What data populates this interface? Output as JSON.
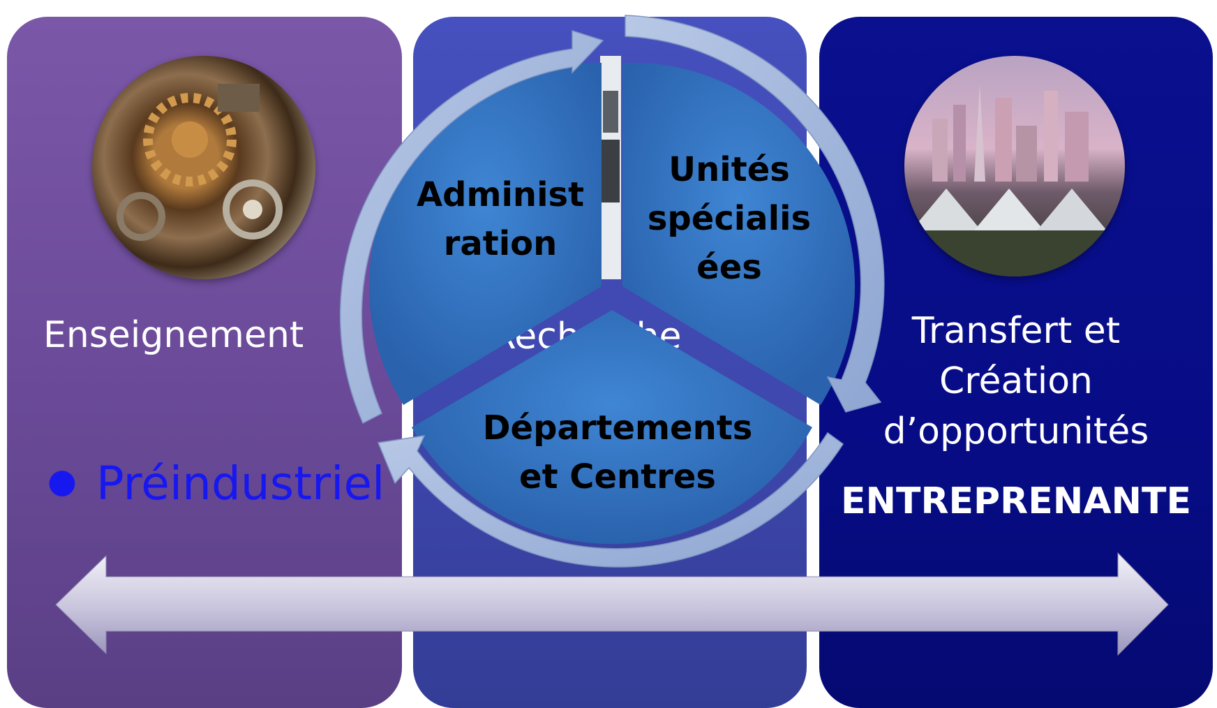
{
  "panels": {
    "left": {
      "title": "Enseignement",
      "bullet": "Préindustriel",
      "photo": "gears-photo"
    },
    "middle": {
      "title": "Recherche",
      "photo": "microscope-photo"
    },
    "right": {
      "title_lines": [
        "Transfert et",
        "Création",
        "d’opportunités"
      ],
      "tag": "ENTREPRENANTE",
      "photo": "city-photo"
    }
  },
  "cycle": {
    "segments": {
      "administration": [
        "Administ",
        "ration"
      ],
      "unites": [
        "Unités",
        "spécialis",
        "ées"
      ],
      "departements": [
        "Départements",
        "et Centres"
      ]
    }
  },
  "colors": {
    "panel_left": "#6a4a98",
    "panel_middle": "#3e48ae",
    "panel_right": "#070c86",
    "pie": "#2f6fbf",
    "arrow": "#9ab0d8",
    "bullet_text": "#1717f0"
  }
}
